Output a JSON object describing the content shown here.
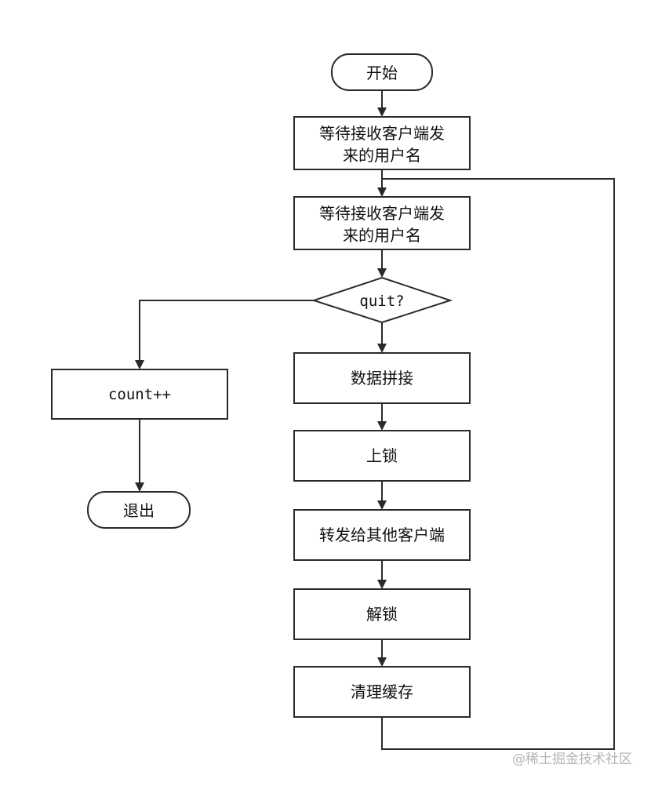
{
  "flowchart": {
    "start": "开始",
    "wait_username": [
      "等待接收客户端发",
      "来的用户名"
    ],
    "wait_message": [
      "等待接收客户端发",
      "来的用户名"
    ],
    "quit_decision": "quit?",
    "count_step": "count++",
    "exit": "退出",
    "concat_data": "数据拼接",
    "lock": "上锁",
    "forward": "转发给其他客户端",
    "unlock": "解锁",
    "clear_cache": "清理缓存"
  },
  "watermark": "@稀土掘金技术社区"
}
